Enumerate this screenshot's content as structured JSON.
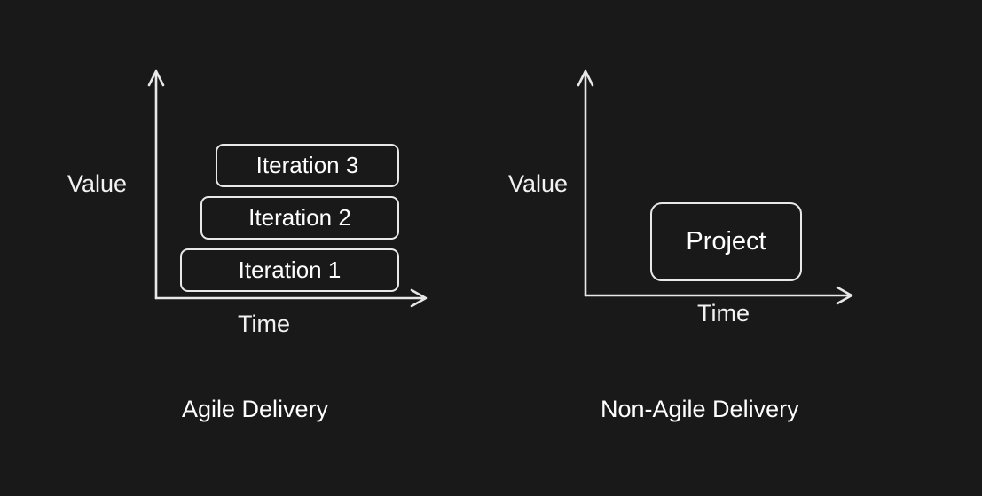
{
  "figure": {
    "background_color": "#191919",
    "stroke_color": "#e8e8e8",
    "text_color": "#ffffff"
  },
  "charts": [
    {
      "id": "agile",
      "caption": "Agile Delivery",
      "y_axis_label": "Value",
      "x_axis_label": "Time",
      "boxes": [
        {
          "label": "Iteration 3"
        },
        {
          "label": "Iteration 2"
        },
        {
          "label": "Iteration 1"
        }
      ]
    },
    {
      "id": "non-agile",
      "caption": "Non-Agile Delivery",
      "y_axis_label": "Value",
      "x_axis_label": "Time",
      "boxes": [
        {
          "label": "Project"
        }
      ]
    }
  ],
  "chart_data": [
    {
      "type": "bar",
      "title": "Agile Delivery",
      "xlabel": "Time",
      "ylabel": "Value",
      "orientation": "horizontal-stacked-staircase",
      "grid": false,
      "legend": false,
      "axis_ticks": [],
      "axis_style": "arrow-headed, no tick marks, no numeric scale",
      "categories": [
        "Iteration 1",
        "Iteration 2",
        "Iteration 3"
      ],
      "note": "Three right-aligned rounded rectangles stacked upward; each higher iteration starts later in Time, depicting incremental value delivered over successive iterations.",
      "bars": [
        {
          "label": "Iteration 1",
          "time_start": 0.11,
          "time_end": 1.0,
          "value_level": 1
        },
        {
          "label": "Iteration 2",
          "time_start": 0.19,
          "time_end": 1.0,
          "value_level": 2
        },
        {
          "label": "Iteration 3",
          "time_start": 0.27,
          "time_end": 1.0,
          "value_level": 3
        }
      ],
      "xlim": [
        0,
        1
      ],
      "ylim": [
        0,
        3
      ]
    },
    {
      "type": "bar",
      "title": "Non-Agile Delivery",
      "xlabel": "Time",
      "ylabel": "Value",
      "orientation": "horizontal-single-block",
      "grid": false,
      "legend": false,
      "axis_ticks": [],
      "axis_style": "arrow-headed, no tick marks, no numeric scale",
      "categories": [
        "Project"
      ],
      "note": "One large rounded rectangle floating above the Time axis; all value is delivered at once at the end of a single project.",
      "bars": [
        {
          "label": "Project",
          "time_start": 0.24,
          "time_end": 0.81,
          "value_level": 2
        }
      ],
      "xlim": [
        0,
        1
      ],
      "ylim": [
        0,
        3
      ]
    }
  ]
}
